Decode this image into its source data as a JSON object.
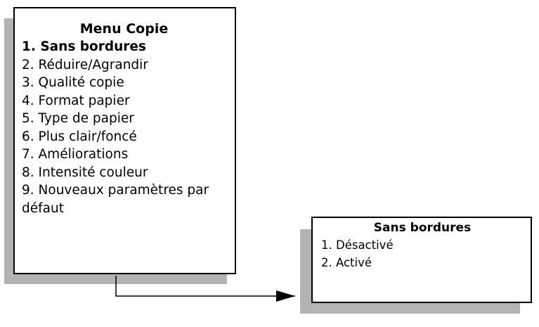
{
  "main_menu": {
    "title": "Menu Copie",
    "items": [
      "1. Sans bordures",
      "2. Réduire/Agrandir",
      "3. Qualité copie",
      "4. Format papier",
      "5. Type de papier",
      "6. Plus clair/foncé",
      "7. Améliorations",
      "8. Intensité couleur",
      "9. Nouveaux paramètres par défaut"
    ],
    "selected_index": 0
  },
  "sub_menu": {
    "title": "Sans bordures",
    "items": [
      "1. Désactivé",
      "2. Activé"
    ]
  },
  "colors": {
    "border": "#000000",
    "shadow": "#b3b3b3",
    "background": "#ffffff"
  }
}
